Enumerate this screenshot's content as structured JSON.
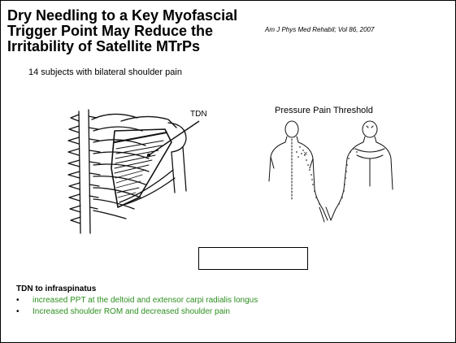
{
  "title_lines": [
    "Dry Needling to a Key Myofascial",
    "Trigger Point May Reduce the",
    "Irritability of Satellite MTrPs"
  ],
  "citation": "Am J Phys Med Rehabil; Vol 86, 2007",
  "subtitle": "14 subjects with bilateral shoulder pain",
  "left_figure": {
    "label": "TDN"
  },
  "right_figure": {
    "title": "Pressure Pain Threshold"
  },
  "bottom": {
    "heading": "TDN to infraspinatus",
    "bullet_glyph": "•",
    "bullets": [
      "increased PPT at the deltoid and extensor carpi radialis longus",
      "Increased shoulder ROM and decreased shoulder pain"
    ]
  },
  "colors": {
    "bullet_text": "#2c8f1f"
  }
}
